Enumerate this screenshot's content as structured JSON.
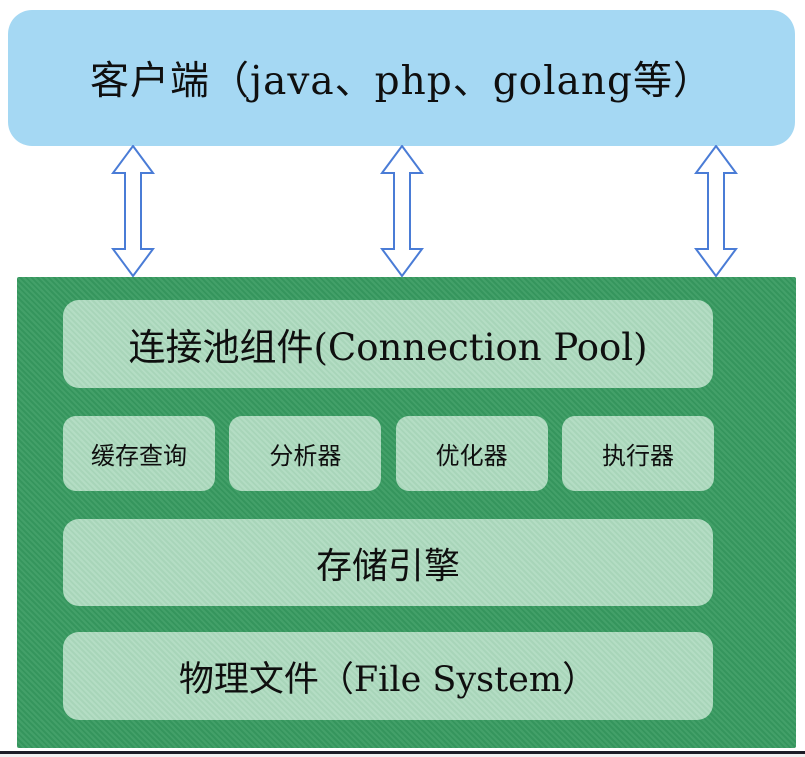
{
  "client": {
    "label": "客户端（java、php、golang等）"
  },
  "server": {
    "connection_pool": {
      "label": "连接池组件(Connection Pool)"
    },
    "components": [
      {
        "label": "缓存查询"
      },
      {
        "label": "分析器"
      },
      {
        "label": "优化器"
      },
      {
        "label": "执行器"
      }
    ],
    "storage_engine": {
      "label": "存储引擎"
    },
    "file_system": {
      "label": "物理文件（File System）"
    }
  },
  "colors": {
    "client_bg": "#a5d8f3",
    "server_bg": "#379a60",
    "inner_box_bg": "#abd9bd",
    "arrow_stroke": "#4a7cd6",
    "text": "#0f0f0f"
  }
}
